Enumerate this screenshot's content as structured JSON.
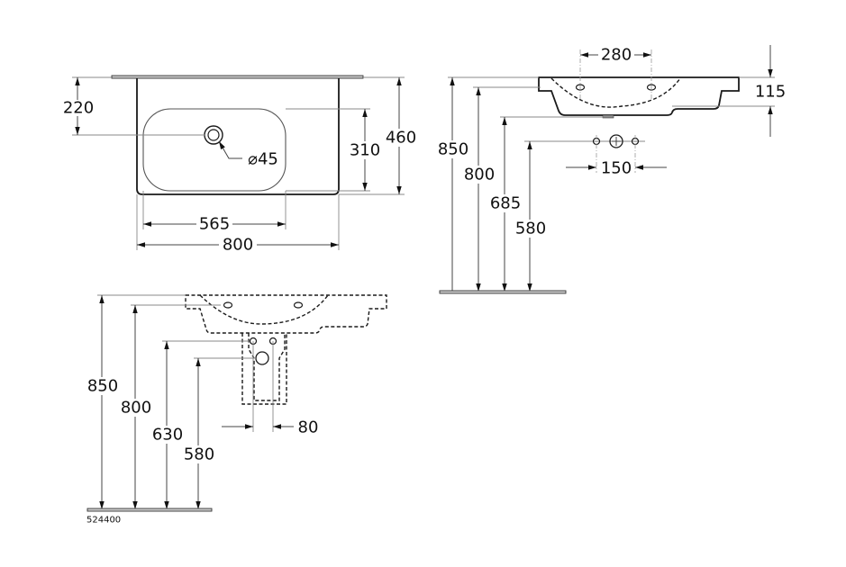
{
  "top_view": {
    "dim_hole_offset": "220",
    "dim_basin_depth": "310",
    "dim_total_depth": "460",
    "dim_drain_diameter": "⌀45",
    "dim_basin_width": "565",
    "dim_total_width": "800"
  },
  "side_view": {
    "dim_tap_spacing": "280",
    "dim_rim_thickness": "115",
    "dim_rim_height": "850",
    "dim_hole_height": "800",
    "dim_bottom_height": "685",
    "dim_outlet_height": "580",
    "dim_outlet_spacing": "150"
  },
  "pedestal_view": {
    "dim_rim_height": "850",
    "dim_hole_height": "800",
    "dim_supply_height": "630",
    "dim_outlet_height": "580",
    "dim_supply_spacing": "80"
  },
  "article_number": "524400"
}
